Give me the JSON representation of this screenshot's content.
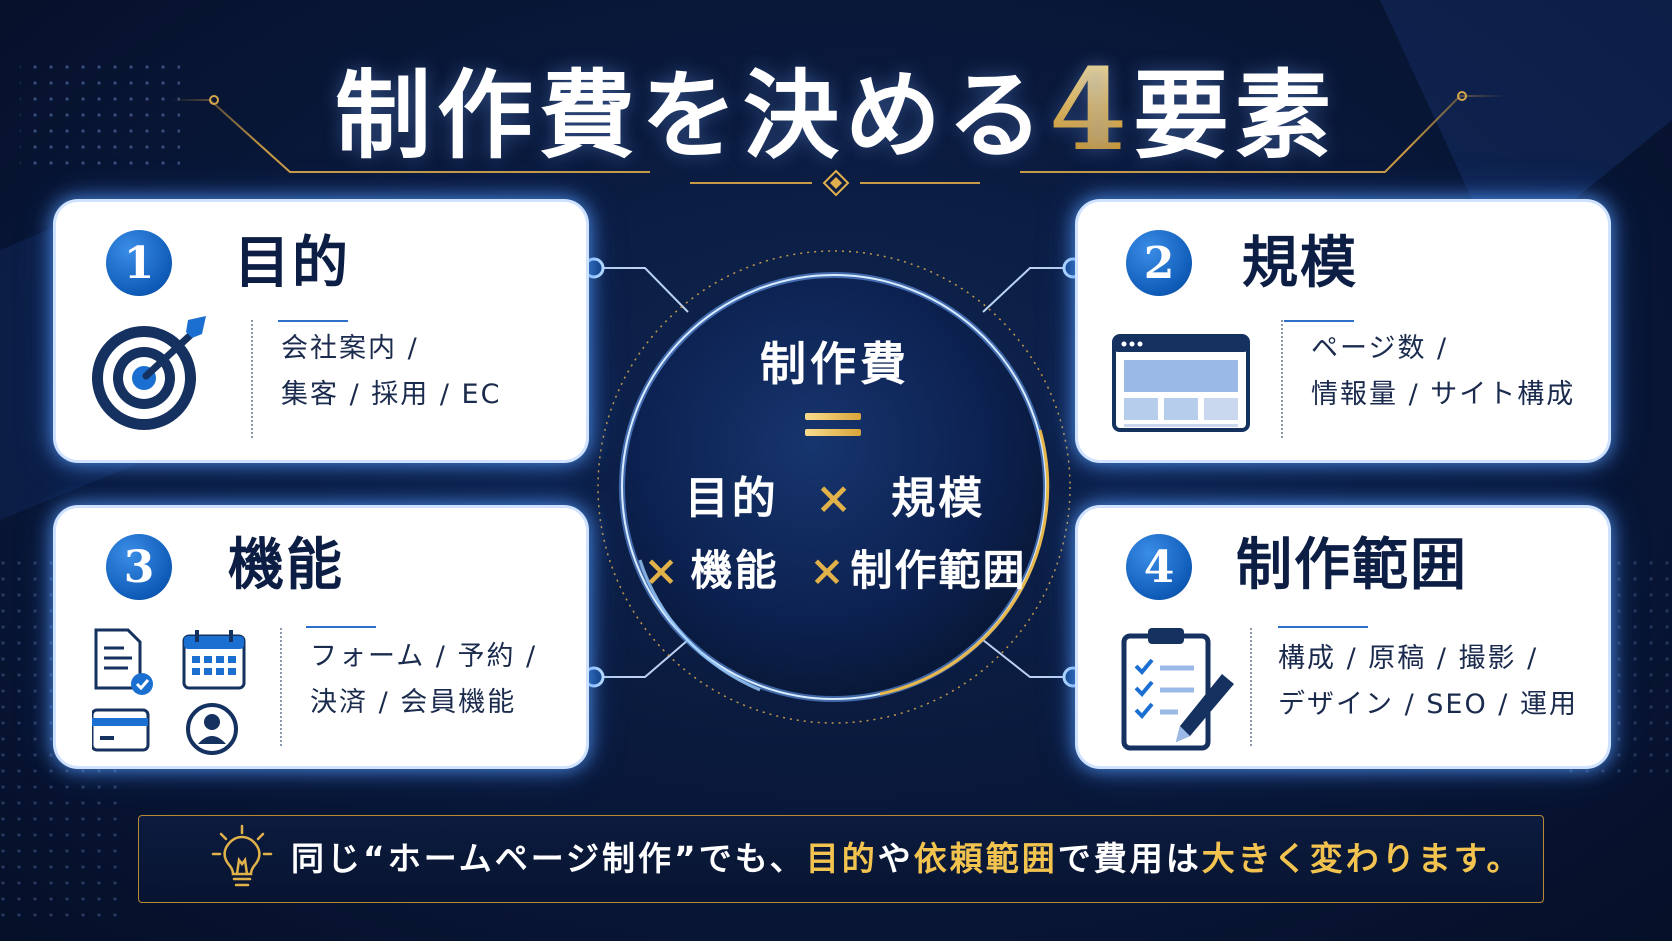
{
  "title": {
    "main": "制作費を決める",
    "number": "4",
    "suffix": "要素"
  },
  "center": {
    "title": "制作費",
    "line1_a": "目的",
    "times": "×",
    "line1_b": "規模",
    "line2_a": "機能",
    "line2_b": "制作範囲"
  },
  "cards": [
    {
      "number": "1",
      "heading": "目的",
      "desc_line1": "会社案内 /",
      "desc_line2": "集客 / 採用 / EC",
      "icon": "target-icon"
    },
    {
      "number": "2",
      "heading": "規模",
      "desc_line1": "ページ数 /",
      "desc_line2": "情報量 / サイト構成",
      "icon": "webpage-icon"
    },
    {
      "number": "3",
      "heading": "機能",
      "desc_line1": "フォーム / 予約 /",
      "desc_line2": "決済 / 会員機能",
      "icons": [
        "form-document-icon",
        "calendar-icon",
        "credit-card-icon",
        "user-account-icon"
      ]
    },
    {
      "number": "4",
      "heading": "制作範囲",
      "desc_line1": "構成 / 原稿 / 撮影 /",
      "desc_line2": "デザイン / SEO / 運用",
      "icon": "clipboard-checklist-icon"
    }
  ],
  "banner": {
    "part1": "同じ“ホームページ制作”でも、",
    "hl1": "目的",
    "part2": "や",
    "hl2": "依頼範囲",
    "part3": "で費用は",
    "hl3": "大きく変わります。"
  },
  "colors": {
    "background": "#0a1a3d",
    "accent_gold": "#e2b24a",
    "accent_blue": "#1466c4",
    "card_bg": "#ffffff"
  }
}
